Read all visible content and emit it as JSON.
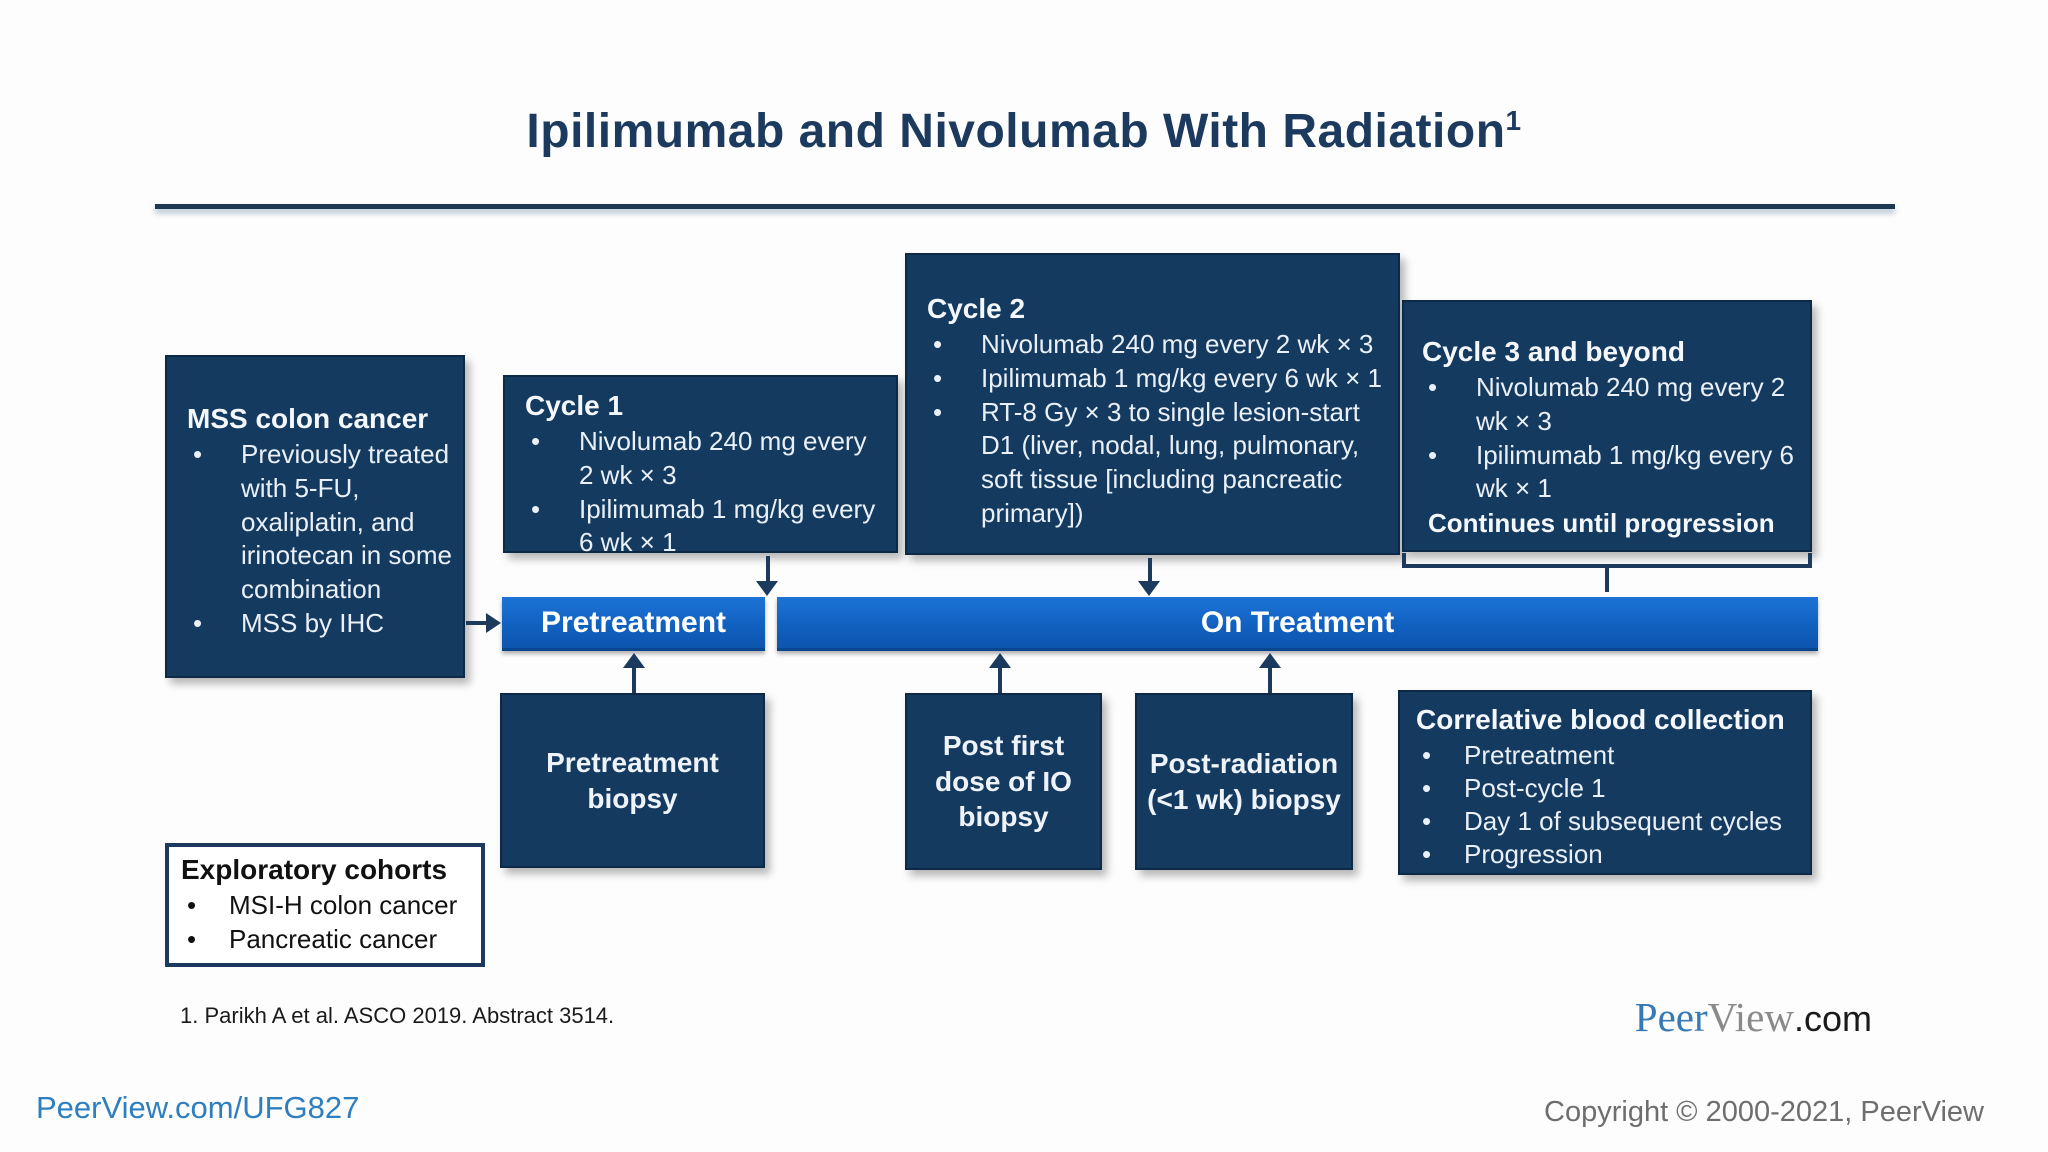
{
  "title": {
    "text": "Ipilimumab and Nivolumab With Radiation",
    "superscript": "1"
  },
  "boxes": {
    "mss": {
      "header": "MSS colon cancer",
      "bullets": [
        "Previously treated with 5-FU, oxaliplatin, and irinotecan in some combination",
        "MSS by IHC"
      ]
    },
    "cycle1": {
      "header": "Cycle 1",
      "bullets": [
        "Nivolumab 240 mg every 2 wk × 3",
        "Ipilimumab 1 mg/kg every 6 wk × 1"
      ]
    },
    "cycle2": {
      "header": "Cycle 2",
      "bullets": [
        "Nivolumab 240 mg every 2 wk × 3",
        "Ipilimumab 1 mg/kg every 6 wk × 1",
        "RT-8 Gy × 3 to single lesion-start D1 (liver, nodal, lung, pulmonary, soft tissue [including pancreatic primary])"
      ]
    },
    "cycle3": {
      "header": "Cycle 3 and beyond",
      "bullets": [
        "Nivolumab 240 mg every 2 wk × 3",
        "Ipilimumab 1 mg/kg every 6 wk × 1"
      ],
      "footer": "Continues until progression"
    },
    "correlative": {
      "header": "Correlative blood collection",
      "bullets": [
        "Pretreatment",
        "Post-cycle 1",
        "Day 1 of subsequent cycles",
        "Progression"
      ]
    },
    "exploratory": {
      "header": "Exploratory cohorts",
      "bullets": [
        "MSI-H colon cancer",
        "Pancreatic cancer"
      ]
    },
    "pretreatment_biopsy": {
      "label": "Pretreatment biopsy"
    },
    "post_io_biopsy": {
      "label": "Post first dose of IO biopsy"
    },
    "post_radiation_biopsy": {
      "label": "Post-radiation (<1 wk) biopsy"
    }
  },
  "timeline": {
    "pretreatment_label": "Pretreatment",
    "on_treatment_label": "On Treatment"
  },
  "footnote": "1. Parikh A et al. ASCO 2019. Abstract 3514.",
  "footer": {
    "link": "PeerView.com/UFG827",
    "logo": {
      "peer": "Peer",
      "view": "View",
      "com": ".com"
    },
    "copyright": "Copyright © 2000-2021, PeerView"
  },
  "colors": {
    "box_navy": "#153A60",
    "bar_blue": "#1161C1",
    "title_navy": "#1C3A5E",
    "link_blue": "#2F7FBE",
    "copyright_gray": "#6E6E6E"
  }
}
